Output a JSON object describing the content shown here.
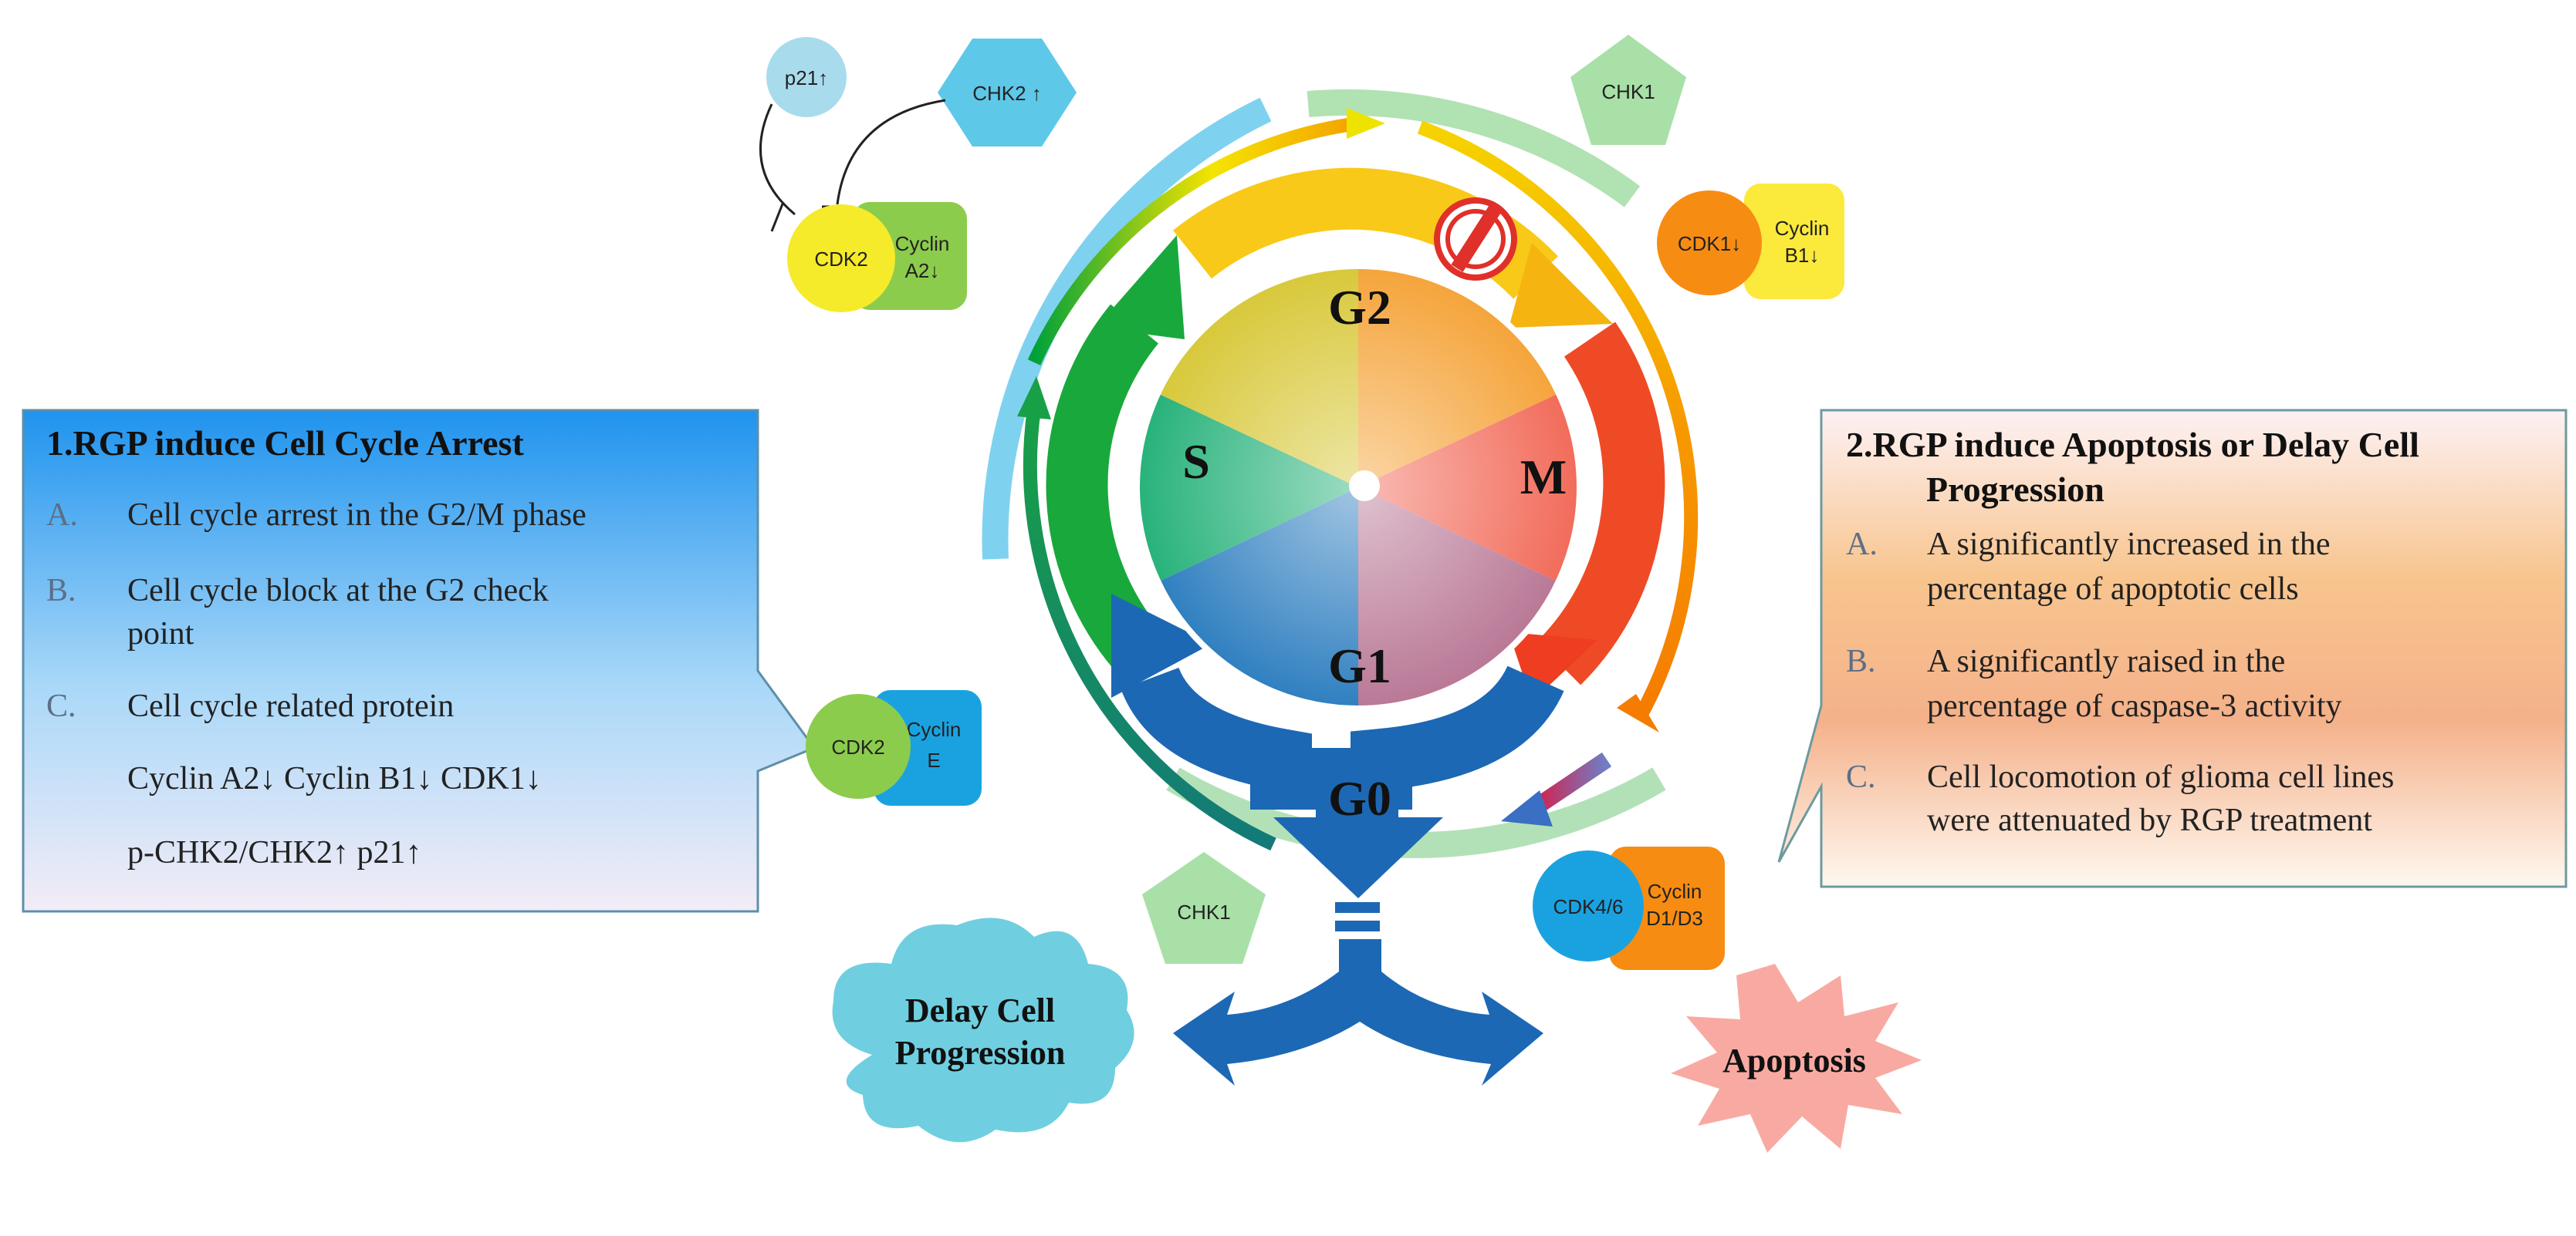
{
  "phases": {
    "g2": "G2",
    "m": "M",
    "s": "S",
    "g1": "G1",
    "g0": "G0"
  },
  "proteins": {
    "p21": "p21↑",
    "chk2": "CHK2 ↑",
    "chk1_top": "CHK1",
    "chk1_bottom": "CHK1",
    "cdk2_a": "CDK2",
    "cyclin_a2": [
      "Cyclin",
      "A2↓"
    ],
    "cdk1": "CDK1↓",
    "cyclin_b1": [
      "Cyclin",
      "B1↓"
    ],
    "cdk2_e": "CDK2",
    "cyclin_e": [
      "Cyclin",
      "E"
    ],
    "cdk46": "CDK4/6",
    "cyclin_d": [
      "Cyclin",
      "D1/D3"
    ]
  },
  "box1": {
    "title": "1.RGP  induce Cell Cycle Arrest",
    "items": [
      {
        "letter": "A.",
        "text": "Cell cycle arrest in the G2/M phase"
      },
      {
        "letter": "B.",
        "lines": [
          "Cell cycle block at the G2 check",
          "point"
        ]
      },
      {
        "letter": "C.",
        "lines": [
          "Cell cycle related protein",
          "Cyclin A2↓ Cyclin B1↓ CDK1↓",
          " p-CHK2/CHK2↑ p21↑"
        ]
      }
    ]
  },
  "box2": {
    "title": [
      "2.RGP induce Apoptosis or Delay Cell",
      "Progression"
    ],
    "items": [
      {
        "letter": "A.",
        "lines": [
          "A significantly  increased in the",
          "percentage of apoptotic cells"
        ]
      },
      {
        "letter": "B.",
        "lines": [
          "A significantly raised in the",
          "percentage of caspase-3 activity"
        ]
      },
      {
        "letter": "C.",
        "lines": [
          "Cell locomotion of glioma cell lines",
          "were attenuated by RGP treatment"
        ]
      }
    ]
  },
  "outcomes": {
    "delay": [
      "Delay Cell",
      "Progression"
    ],
    "apoptosis": "Apoptosis"
  },
  "colors": {
    "blue_arrow": "#1a68b7",
    "box1_blue": "#2c9bf0",
    "box2_orange": "#f7b27a",
    "apoptosis": "#f8aaa2",
    "cloud": "#6fcfe0"
  }
}
